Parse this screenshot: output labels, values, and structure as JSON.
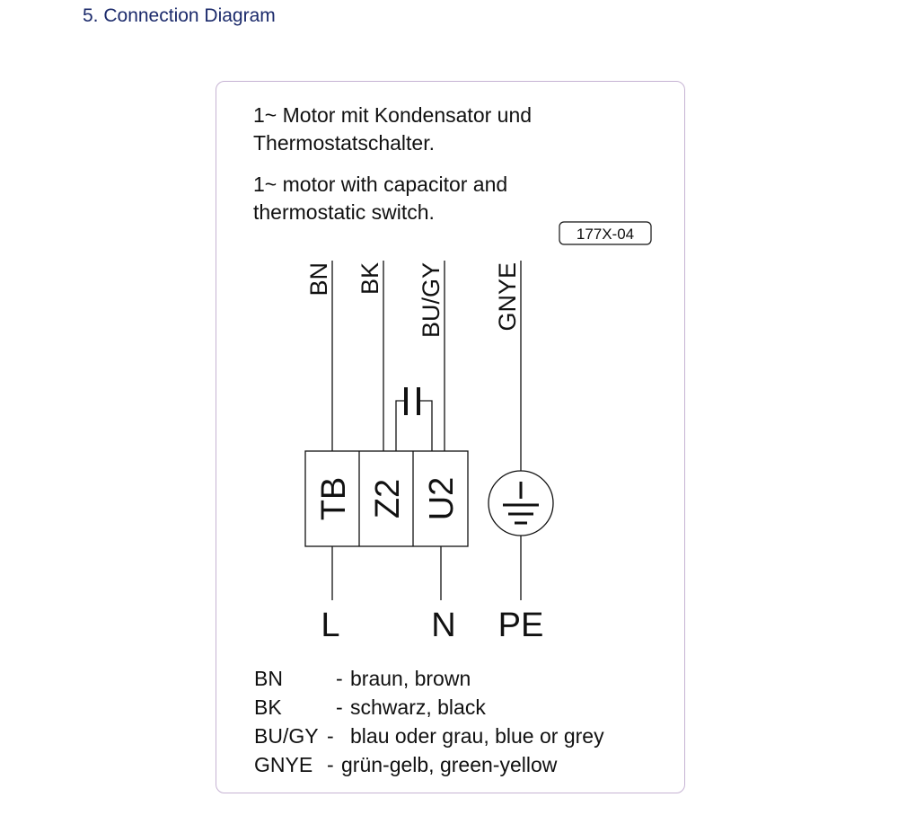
{
  "title": "5.  Connection Diagram",
  "description": {
    "de_line1": "1~ Motor mit Kondensator und",
    "de_line2": "Thermostatschalter.",
    "en_line1": "1~ motor with capacitor and",
    "en_line2": "thermostatic switch."
  },
  "code": "177X-04",
  "wires": [
    "BN",
    "BK",
    "BU/GY",
    "GNYE"
  ],
  "terminals": [
    "TB",
    "Z2",
    "U2"
  ],
  "supply": [
    "L",
    "N",
    "PE"
  ],
  "legend": [
    {
      "code": "BN",
      "sep": "-",
      "text": "braun, brown"
    },
    {
      "code": "BK",
      "sep": "-",
      "text": "schwarz, black"
    },
    {
      "code": "BU/GY",
      "sep": "-",
      "text": "blau oder grau, blue or grey"
    },
    {
      "code": "GNYE",
      "sep": "-",
      "text": "grün-gelb, green-yellow"
    }
  ]
}
